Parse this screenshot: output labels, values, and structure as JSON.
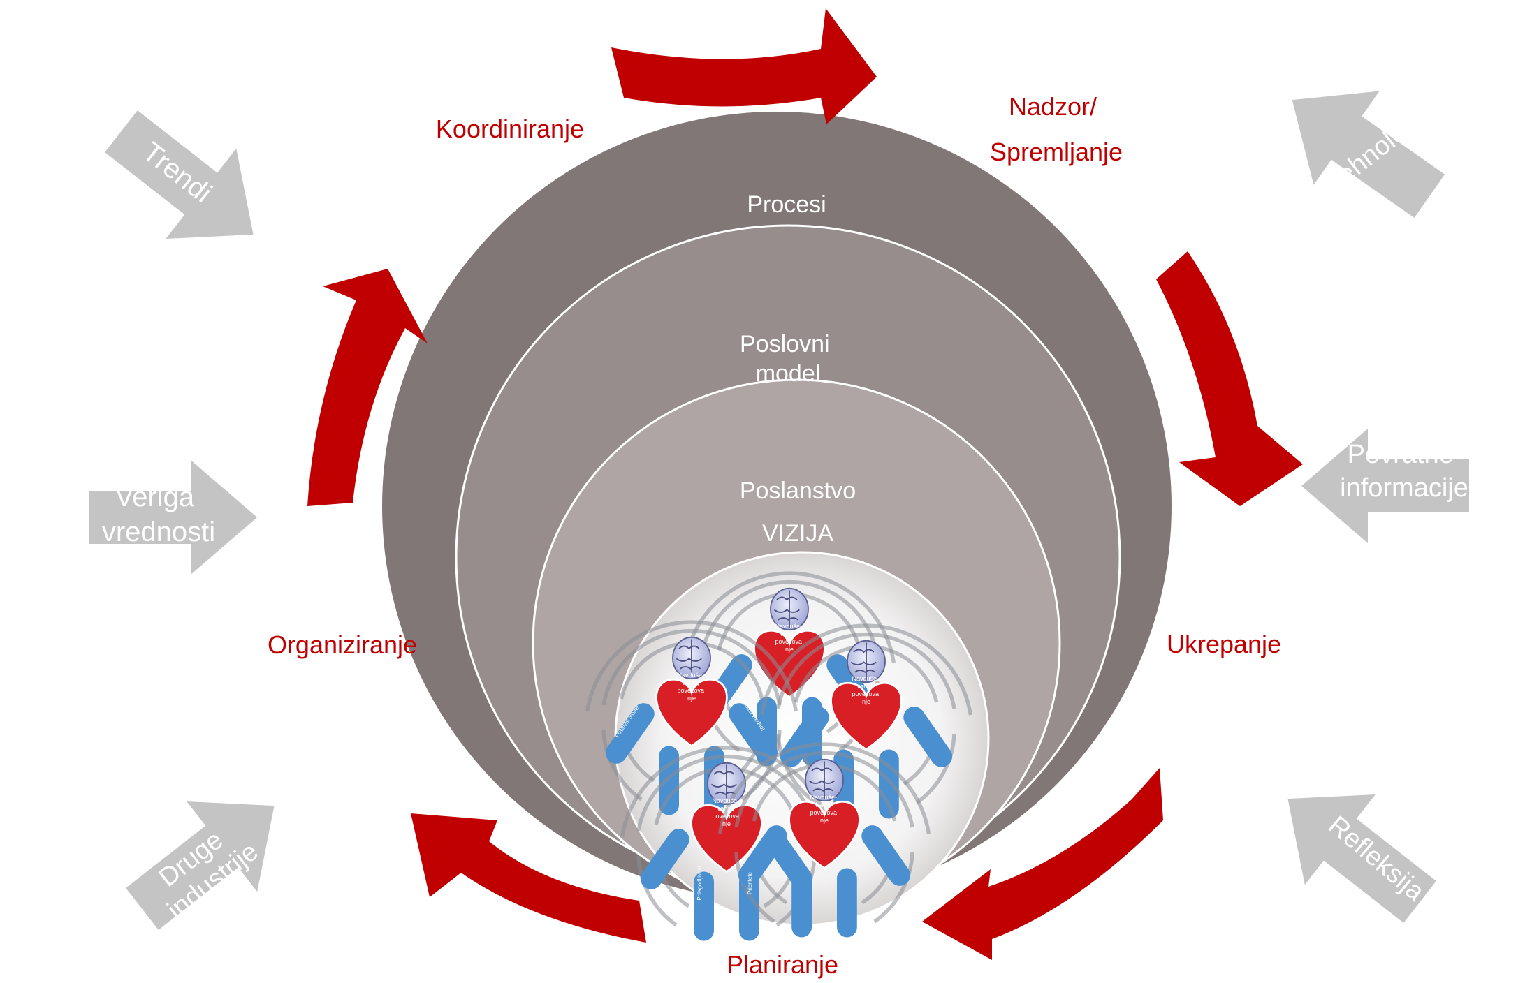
{
  "circles": {
    "outer": "Procesi",
    "middle": [
      "Poslovni",
      "model"
    ],
    "inner": "Poslanstvo",
    "core": "VIZIJA"
  },
  "cycle": {
    "coordinate": "Koordiniranje",
    "monitor": [
      "Nadzor/",
      "Spremljanje"
    ],
    "act": "Ukrepanje",
    "plan": "Planiranje",
    "organize": "Organiziranje"
  },
  "influences": {
    "trends": "Trendi",
    "technology": "Tehnologija",
    "value_chain": [
      "Veriga",
      "vrednosti"
    ],
    "feedback": [
      "Povratne",
      "informacije"
    ],
    "other_industries": [
      "Druge",
      "industrije"
    ],
    "reflection": "Refleksija"
  },
  "figures": {
    "heart_text": [
      "Navduše-",
      "vanje,",
      "povezova",
      "nje"
    ],
    "arm_left": "Poslovni model",
    "arm_right": "Uklajenost vrednot",
    "leg_left": "Prilagodljivost",
    "leg_right": "Prioritete"
  },
  "colors": {
    "outer_circle": "#817776",
    "middle_circle": "#968d8c",
    "inner_circle": "#aea5a4",
    "core_circle": "#f6f5f5",
    "cycle_red": "#c00000",
    "influence_gray": "#c4c4c4",
    "figure_blue": "#4a90d0",
    "heart_red": "#d81f26"
  }
}
